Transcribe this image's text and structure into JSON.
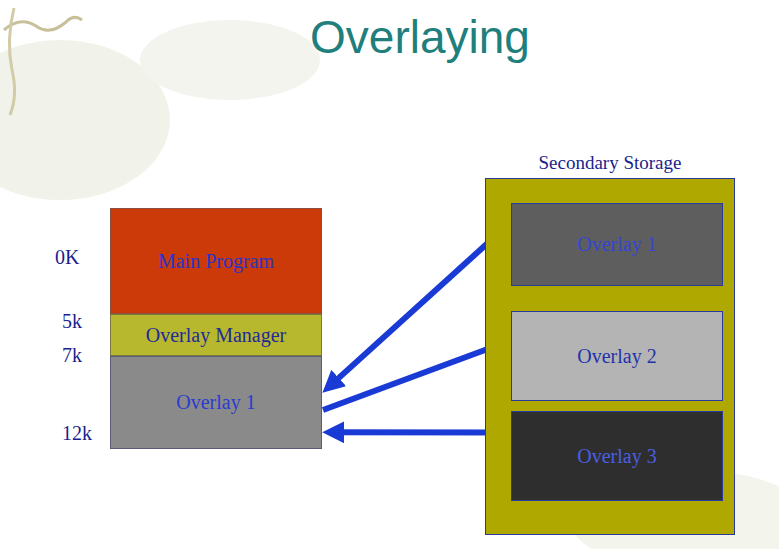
{
  "diagram": {
    "title": "Overlaying",
    "nodes": [
      {
        "text": [
          "Main Program"
        ]
      },
      {
        "text": [
          "Overlay Manager"
        ]
      },
      {
        "text": [
          "Overlay 1"
        ]
      },
      {
        "text": [
          "Secondary Storage"
        ]
      },
      {
        "text": [
          "Overlay 1"
        ],
        "in": 3
      },
      {
        "text": [
          "Overlay 2"
        ],
        "in": 3
      },
      {
        "text": [
          "Overlay 3"
        ],
        "in": 3
      }
    ],
    "edges": [
      {
        "from": 2,
        "to": 4,
        "arrow": "both"
      },
      {
        "from": 2,
        "to": 5,
        "arrow": "to"
      },
      {
        "from": 2,
        "to": 6,
        "arrow": "both"
      }
    ],
    "labels": [
      "0K",
      "5k",
      "7k",
      "12k"
    ]
  }
}
